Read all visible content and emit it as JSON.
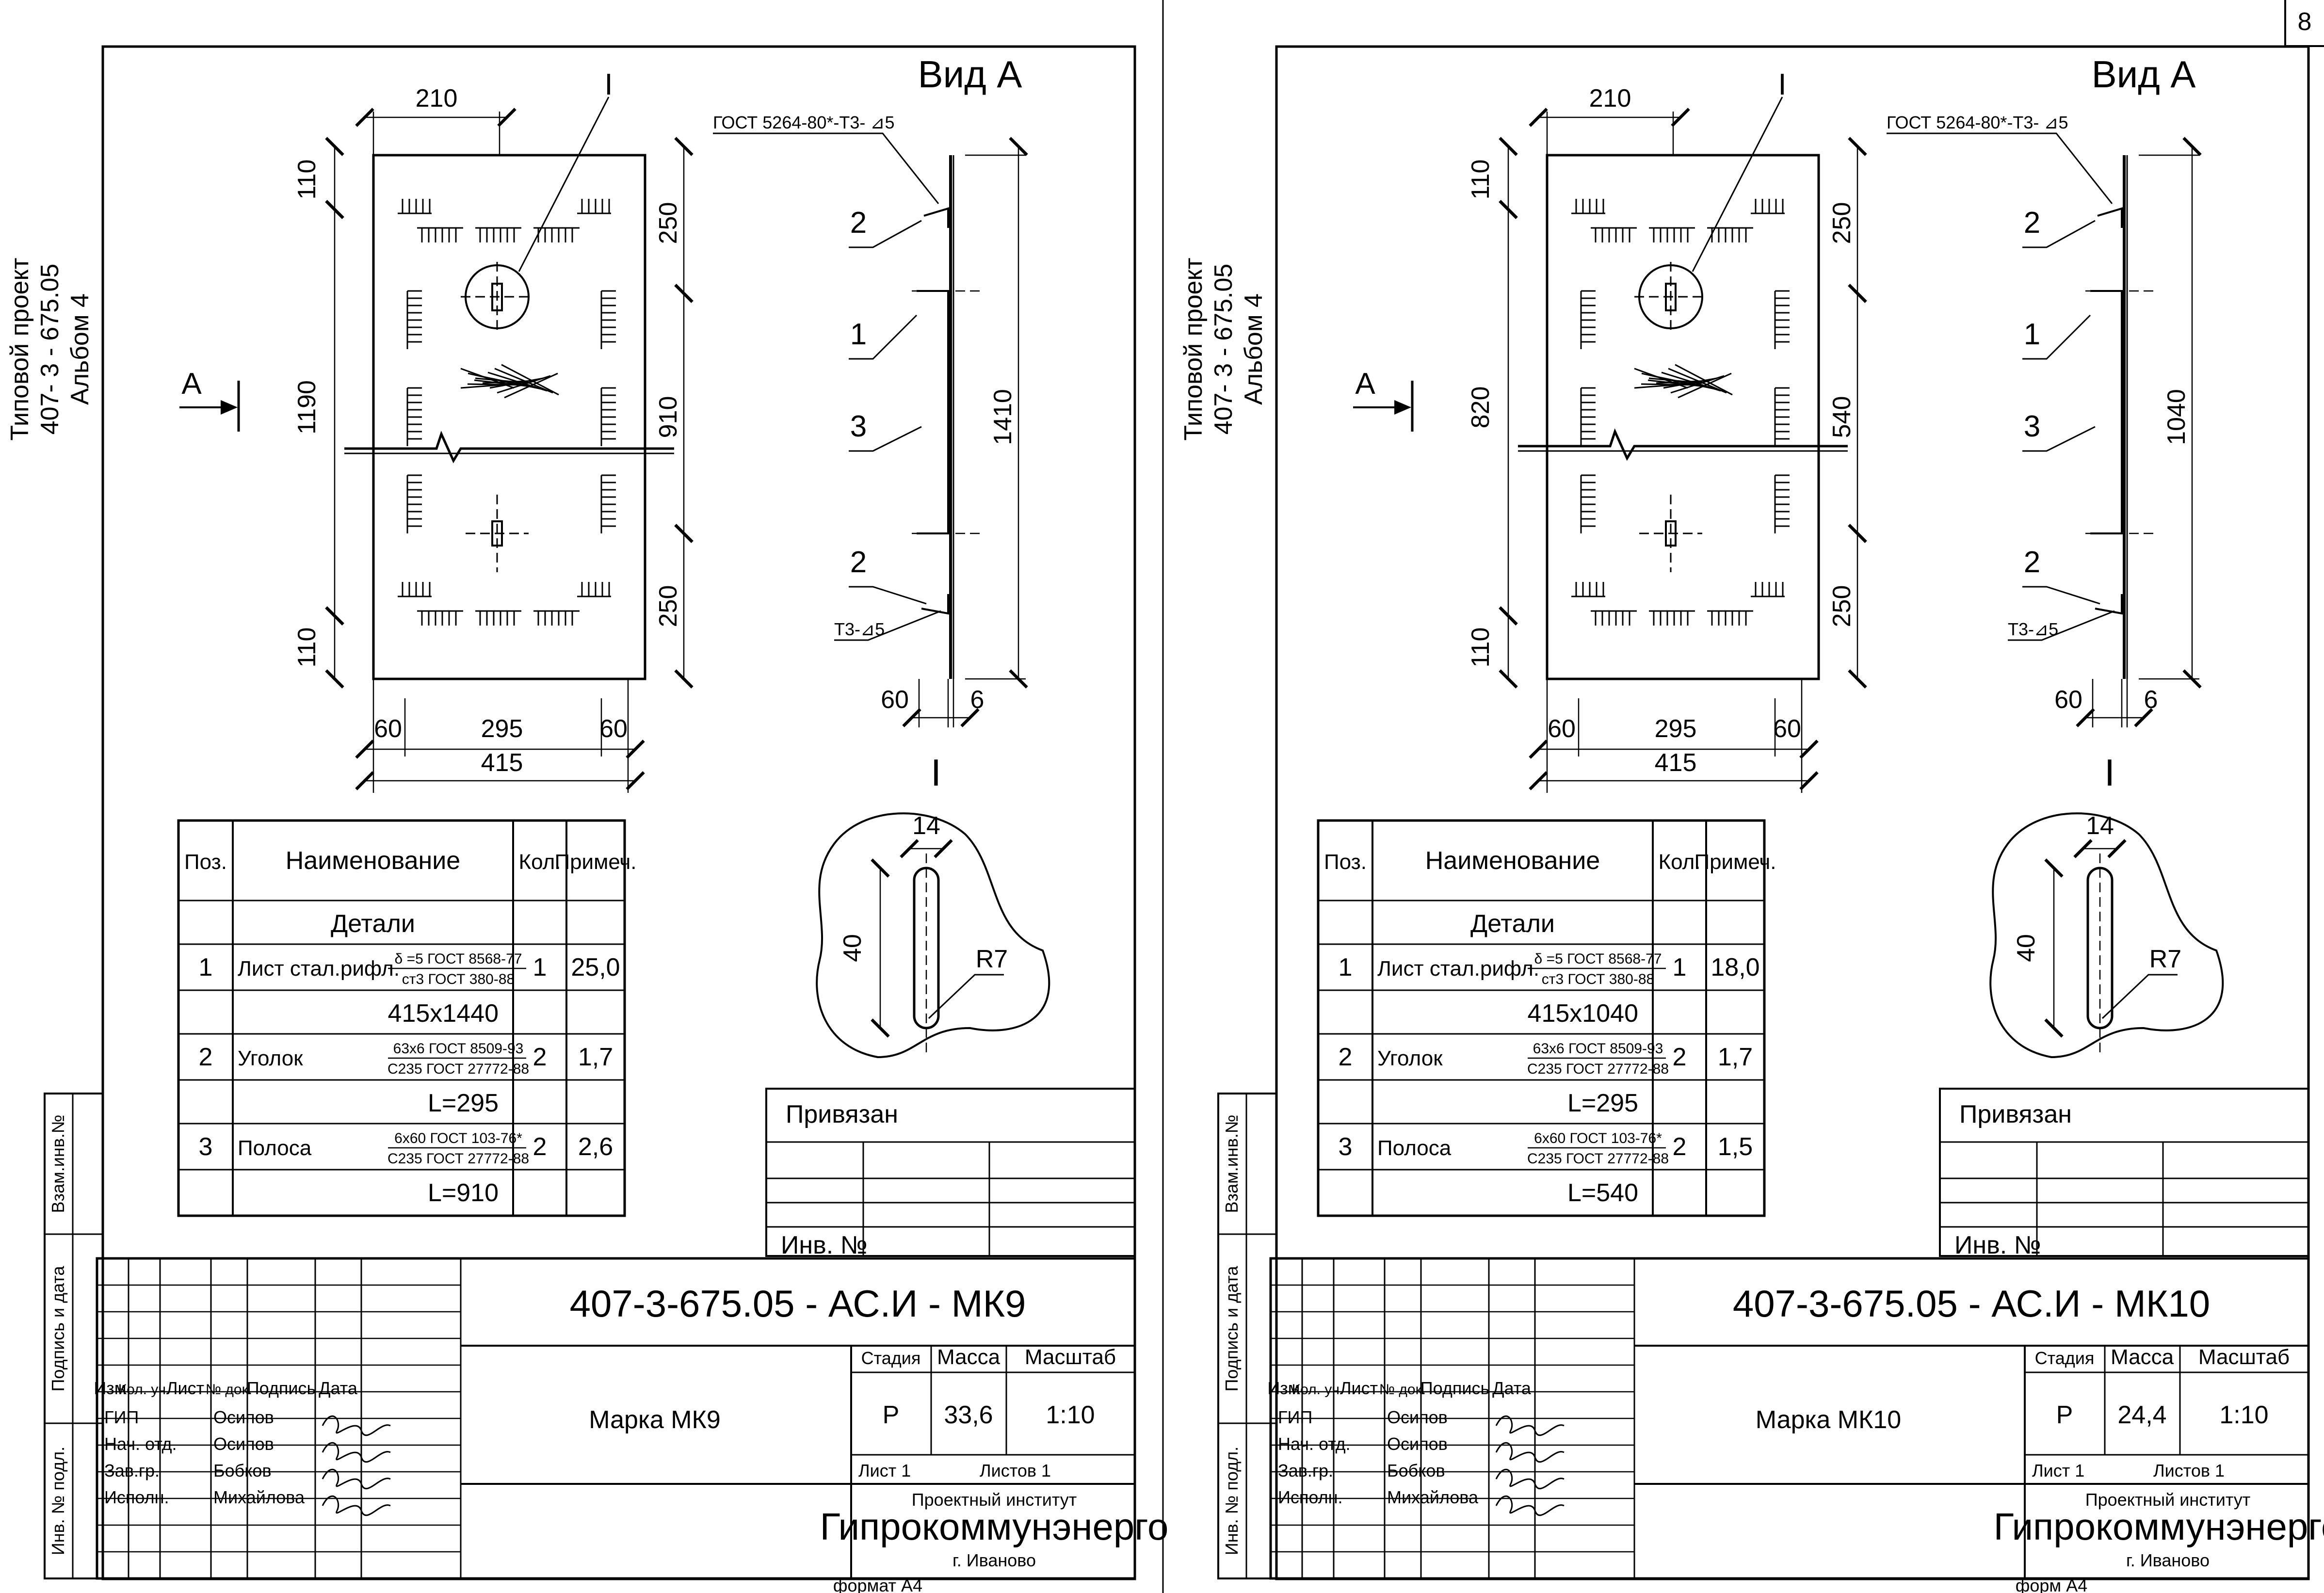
{
  "page_number": "8",
  "sheets": [
    {
      "side": {
        "line1": "Типовой проект",
        "line2": "407- 3 - 675.05",
        "line3": "Альбом 4"
      },
      "view_label": "Вид А",
      "arrow_label": "А",
      "callout_I": "I",
      "dims": {
        "top_width": "210",
        "top_h": "110",
        "h_mid": "1190",
        "seg_top": "250",
        "seg_mid": "910",
        "seg_bot": "250",
        "bot_h": "110",
        "b_left": "60",
        "b_mid": "295",
        "b_right": "60",
        "b_total": "415",
        "side_h": "1410",
        "side_w1": "60",
        "side_w2": "6"
      },
      "weld_top": "ГОСТ 5264-80*-Т3- ⊿5",
      "weld_bot": "Т3-⊿5",
      "leaders": [
        "2",
        "1",
        "3",
        "2"
      ],
      "detail": {
        "label": "I",
        "width": "14",
        "height": "40",
        "radius": "R7"
      },
      "table": {
        "headers": [
          "Поз.",
          "Наименование",
          "Кол.",
          "Примеч."
        ],
        "section": "Детали",
        "rows": [
          {
            "pos": "1",
            "name": "Лист стал.рифл.",
            "std_top": "δ =5 ГОСТ 8568-77",
            "std_bot": "ст3 ГОСТ 380-88",
            "qty": "1",
            "note": "25,0",
            "size": "415х1440"
          },
          {
            "pos": "2",
            "name": "Уголок",
            "std_top": "63х6 ГОСТ 8509-93",
            "std_bot": "С235 ГОСТ 27772-88",
            "qty": "2",
            "note": "1,7",
            "size": "L=295"
          },
          {
            "pos": "3",
            "name": "Полоса",
            "std_top": "6х60 ГОСТ 103-76*",
            "std_bot": "С235 ГОСТ 27772-88",
            "qty": "2",
            "note": "2,6",
            "size": "L=910"
          }
        ]
      },
      "privyazan": "Привязан",
      "inv": "Инв. №",
      "stamp": {
        "code": "407-3-675.05  - АС.И - МК9",
        "name": "Марка МК9",
        "cols": [
          "Изм.",
          "Кол. уч.",
          "Лист",
          "№ док.",
          "Подпись",
          "Дата"
        ],
        "roles": [
          "ГИП",
          "Нач. отд.",
          "Зав.гр.",
          "Исполн."
        ],
        "persons": [
          "Осипов",
          "Осипов",
          "Бобков",
          "Михайлова"
        ],
        "stage_label": "Стадия",
        "mass_label": "Масса",
        "scale_label": "Масштаб",
        "stage": "Р",
        "mass": "33,6",
        "scale": "1:10",
        "sheet": "Лист 1",
        "sheets": "Листов  1",
        "org_line1": "Проектный институт",
        "org_line2": "Гипрокоммунэнерго",
        "org_line3": "г. Иваново"
      },
      "format": "формат А4",
      "left_strip": [
        "Взам.инв.№",
        "Подпись и дата",
        "Инв. №  подл."
      ]
    },
    {
      "side": {
        "line1": "Типовой проект",
        "line2": "407- 3 - 675.05",
        "line3": "Альбом 4"
      },
      "view_label": "Вид А",
      "arrow_label": "А",
      "callout_I": "I",
      "dims": {
        "top_width": "210",
        "top_h": "110",
        "h_mid": "820",
        "seg_top": "250",
        "seg_mid": "540",
        "seg_bot": "250",
        "bot_h": "110",
        "b_left": "60",
        "b_mid": "295",
        "b_right": "60",
        "b_total": "415",
        "side_h": "1040",
        "side_w1": "60",
        "side_w2": "6"
      },
      "weld_top": "ГОСТ 5264-80*-Т3- ⊿5",
      "weld_bot": "Т3-⊿5",
      "leaders": [
        "2",
        "1",
        "3",
        "2"
      ],
      "detail": {
        "label": "I",
        "width": "14",
        "height": "40",
        "radius": "R7"
      },
      "table": {
        "headers": [
          "Поз.",
          "Наименование",
          "Кол.",
          "Примеч."
        ],
        "section": "Детали",
        "rows": [
          {
            "pos": "1",
            "name": "Лист стал.рифл.",
            "std_top": "δ =5 ГОСТ 8568-77",
            "std_bot": "ст3 ГОСТ 380-88",
            "qty": "1",
            "note": "18,0",
            "size": "415х1040"
          },
          {
            "pos": "2",
            "name": "Уголок",
            "std_top": "63х6 ГОСТ 8509-93",
            "std_bot": "С235 ГОСТ 27772-88",
            "qty": "2",
            "note": "1,7",
            "size": "L=295"
          },
          {
            "pos": "3",
            "name": "Полоса",
            "std_top": "6х60 ГОСТ 103-76*",
            "std_bot": "С235 ГОСТ 27772-88",
            "qty": "2",
            "note": "1,5",
            "size": "L=540"
          }
        ]
      },
      "privyazan": "Привязан",
      "inv": "Инв. №",
      "stamp": {
        "code": "407-3-675.05 -  АС.И - МК10",
        "name": "Марка МК10",
        "cols": [
          "Изм.",
          "Кол. уч.",
          "Лист",
          "№ док.",
          "Подпись",
          "Дата"
        ],
        "roles": [
          "ГИП",
          "Нач. отд.",
          "Зав.гр.",
          "Исполн."
        ],
        "persons": [
          "Осипов",
          "Осипов",
          "Бобков",
          "Михайлова"
        ],
        "stage_label": "Стадия",
        "mass_label": "Масса",
        "scale_label": "Масштаб",
        "stage": "Р",
        "mass": "24,4",
        "scale": "1:10",
        "sheet": "Лист 1",
        "sheets": "Листов  1",
        "org_line1": "Проектный институт",
        "org_line2": "Гипрокоммунэнерго",
        "org_line3": "г. Иваново"
      },
      "format": "форм    А4",
      "left_strip": [
        "Взам.инв.№",
        "Подпись и дата",
        "Инв. №  подл."
      ]
    }
  ]
}
